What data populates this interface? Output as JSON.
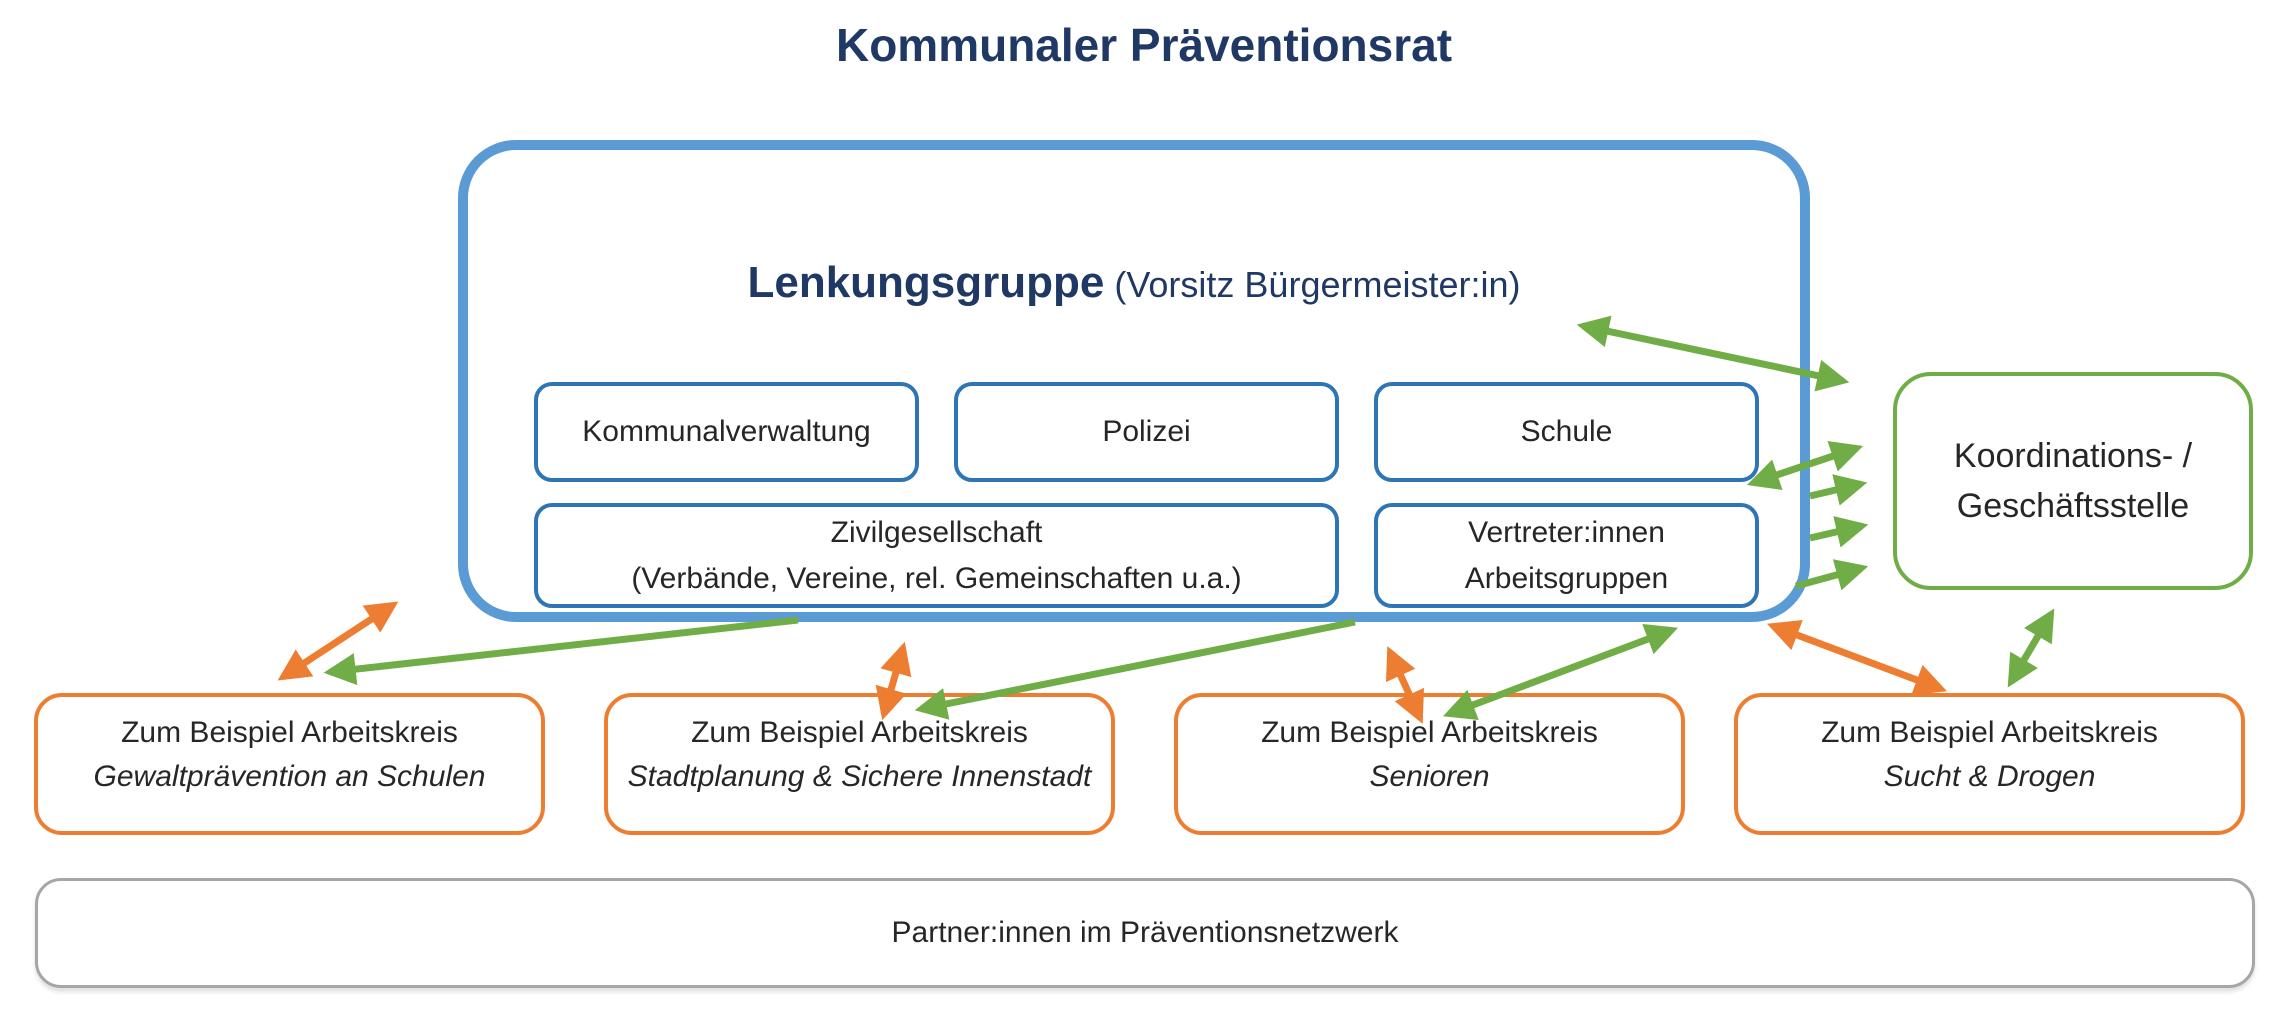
{
  "title": "Kommunaler Präventionsrat",
  "lenkungsgruppe": {
    "title": "Lenkungsgruppe",
    "subtitle": " (Vorsitz Bürgermeister:in)",
    "members": [
      "Kommunalverwaltung",
      "Polizei",
      "Schule"
    ],
    "zivilgesellschaft": {
      "line1": "Zivilgesellschaft",
      "line2": "(Verbände, Vereine, rel. Gemeinschaften u.a.)"
    },
    "vertreter": {
      "line1": "Vertreter:innen",
      "line2": "Arbeitsgruppen"
    }
  },
  "koordination": {
    "line1": "Koordinations- /",
    "line2": "Geschäftsstelle"
  },
  "arbeitskreise": [
    {
      "intro": "Zum Beispiel Arbeitskreis",
      "topic": "Gewaltprävention an Schulen"
    },
    {
      "intro": "Zum Beispiel Arbeitskreis",
      "topic": "Stadtplanung & Sichere Innenstadt"
    },
    {
      "intro": "Zum Beispiel Arbeitskreis",
      "topic": "Senioren"
    },
    {
      "intro": "Zum Beispiel Arbeitskreis",
      "topic": "Sucht & Drogen"
    }
  ],
  "partner": {
    "label": "Partner:innen im Präventionsnetzwerk"
  },
  "colors": {
    "title_navy": "#1F3864",
    "outer_blue": "#5B9BD5",
    "inner_blue": "#2E75B6",
    "green": "#70AD47",
    "orange": "#ED7D31",
    "gray": "#A6A6A6"
  }
}
